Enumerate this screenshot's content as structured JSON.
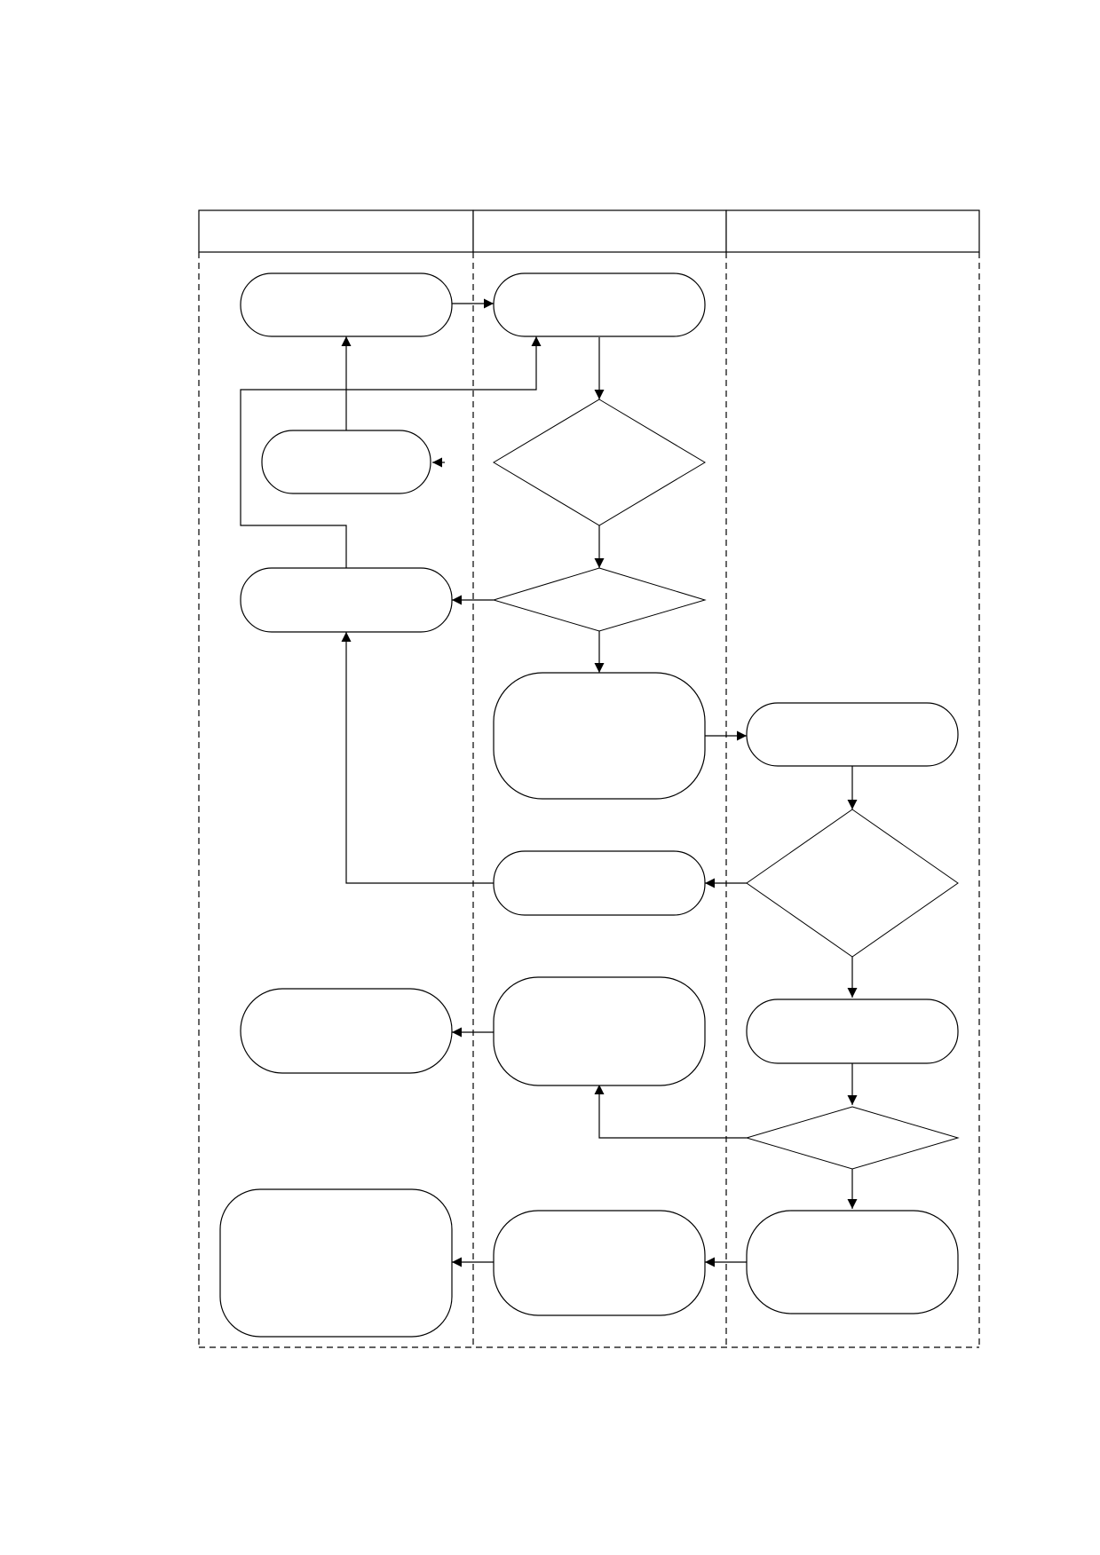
{
  "lanes": [
    {
      "title": ""
    },
    {
      "title": ""
    },
    {
      "title": ""
    }
  ],
  "nodes": [
    {
      "id": "n1",
      "shape": "rounded-rect",
      "label": ""
    },
    {
      "id": "n2",
      "shape": "rounded-rect",
      "label": ""
    },
    {
      "id": "n3",
      "shape": "diamond",
      "label": ""
    },
    {
      "id": "n4",
      "shape": "rounded-rect",
      "label": ""
    },
    {
      "id": "n5",
      "shape": "diamond",
      "label": ""
    },
    {
      "id": "n6",
      "shape": "rounded-rect",
      "label": ""
    },
    {
      "id": "n7",
      "shape": "rounded-rect",
      "label": ""
    },
    {
      "id": "n8",
      "shape": "rounded-rect",
      "label": ""
    },
    {
      "id": "n9",
      "shape": "diamond",
      "label": ""
    },
    {
      "id": "n10",
      "shape": "rounded-rect",
      "label": ""
    },
    {
      "id": "n11",
      "shape": "rounded-rect",
      "label": ""
    },
    {
      "id": "n12",
      "shape": "rounded-rect",
      "label": ""
    },
    {
      "id": "n13",
      "shape": "rounded-rect",
      "label": ""
    },
    {
      "id": "n14",
      "shape": "diamond",
      "label": ""
    },
    {
      "id": "n15",
      "shape": "rounded-rect",
      "label": ""
    },
    {
      "id": "n16",
      "shape": "rounded-rect",
      "label": ""
    },
    {
      "id": "n17",
      "shape": "rounded-rect",
      "label": ""
    }
  ]
}
